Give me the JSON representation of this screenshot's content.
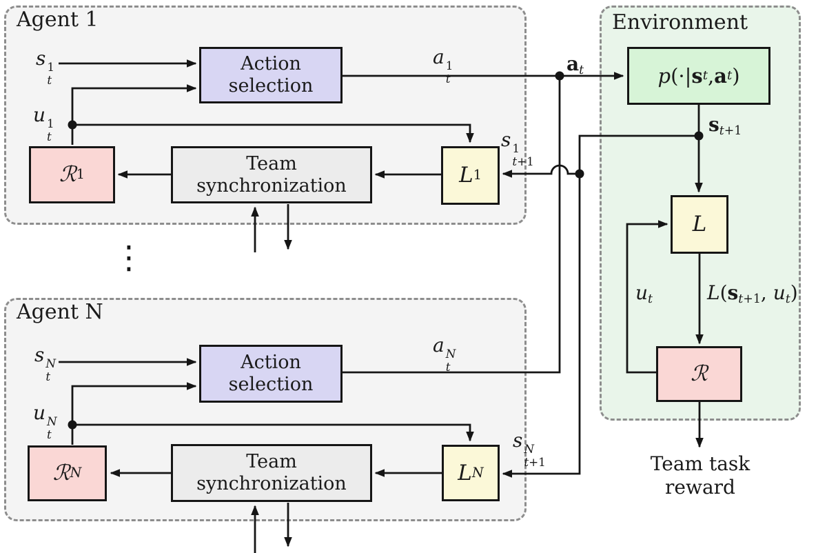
{
  "colors": {
    "line": "#151515",
    "dash_border": "#8d8d8d",
    "agent_bg": "#f4f4f4",
    "env_bg": "#e9f5ea",
    "action_fill": "#d8d6f3",
    "team_fill": "#ececec",
    "likelihood_fill": "#fbf8d8",
    "reward_fill": "#fad7d5",
    "transition_fill": "#d7f4d7"
  },
  "agent1": {
    "title": "Agent 1",
    "boxes": {
      "action_selection": "Action<br>selection",
      "team_sync": "Team<br>synchronization",
      "likelihood": "<i>L</i><sub>1</sub>",
      "reward": "<span class=\"scr\">&#8475;</span><sub>1</sub>"
    },
    "labels": {
      "state_in": "<i>s</i><span class=\"stk\"><span>1</span><span><i>t</i></span></span>",
      "utility": "<i>u</i><span class=\"stk\"><span>1</span><span><i>t</i></span></span>",
      "action_out": "<i>a</i><span class=\"stk\"><span>1</span><span><i>t</i></span></span>",
      "next_state": "<i>s</i><span class=\"stk\"><span>1</span><span><i>t</i>+1</span></span>"
    }
  },
  "agentN": {
    "title": "Agent N",
    "boxes": {
      "action_selection": "Action<br>selection",
      "team_sync": "Team<br>synchronization",
      "likelihood": "<i>L</i><sub><i>N</i></sub>",
      "reward": "<span class=\"scr\">&#8475;</span><sub><i>N</i></sub>"
    },
    "labels": {
      "state_in": "<i>s</i><span class=\"stk\"><span><i>N</i></span><span><i>t</i></span></span>",
      "utility": "<i>u</i><span class=\"stk\"><span><i>N</i></span><span><i>t</i></span></span>",
      "action_out": "<i>a</i><span class=\"stk\"><span><i>N</i></span><span><i>t</i></span></span>",
      "next_state": "<i>s</i><span class=\"stk\"><span><i>N</i></span><span><i>t</i>+1</span></span>"
    }
  },
  "environment": {
    "title": "Environment",
    "boxes": {
      "transition": "<i>p</i>(&#183;|<b>s</b><sub><i>t</i></sub>, <b>a</b><sub><i>t</i></sub>)",
      "likelihood": "<i>L</i>",
      "reward": "<span class=\"scr\">&#8475;</span>"
    },
    "labels": {
      "joint_action": "<b>a</b><sub><i>t</i></sub>",
      "next_state": "<b>s</b><sub><i>t</i>+1</sub>",
      "utility": "<i>u</i><sub><i>t</i></sub>",
      "likelihood_out": "<i>L</i>(<b>s</b><sub><i>t</i>+1</sub>, <i>u</i><sub><i>t</i></sub>)"
    }
  },
  "output_label": "Team task<br>reward",
  "ellipsis": "⋮"
}
